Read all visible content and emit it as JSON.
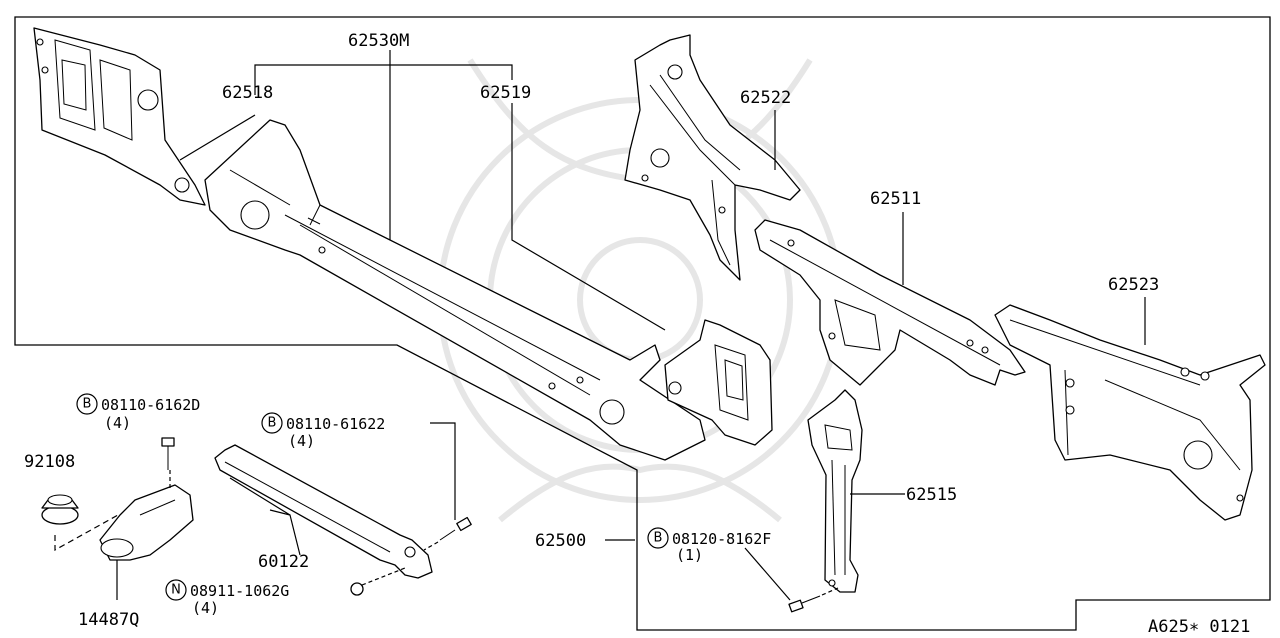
{
  "diagram": {
    "catalog_code": "A625∗ 0121",
    "parts": {
      "p62530M": "62530M",
      "p62518": "62518",
      "p62519": "62519",
      "p62522": "62522",
      "p62511": "62511",
      "p62523": "62523",
      "p62515": "62515",
      "p62500": "62500",
      "p92108": "92108",
      "p60122": "60122",
      "p14487Q": "14487Q"
    },
    "fasteners": {
      "bolt_top_left": {
        "badge": "B",
        "code": "08110-6162D",
        "qty": "(4)"
      },
      "bolt_mid": {
        "badge": "B",
        "code": "08110-61622",
        "qty": "(4)"
      },
      "bolt_bottom": {
        "badge": "B",
        "code": "08120-8162F",
        "qty": "(1)"
      },
      "nut": {
        "badge": "N",
        "code": "08911-1062G",
        "qty": "(4)"
      }
    }
  }
}
